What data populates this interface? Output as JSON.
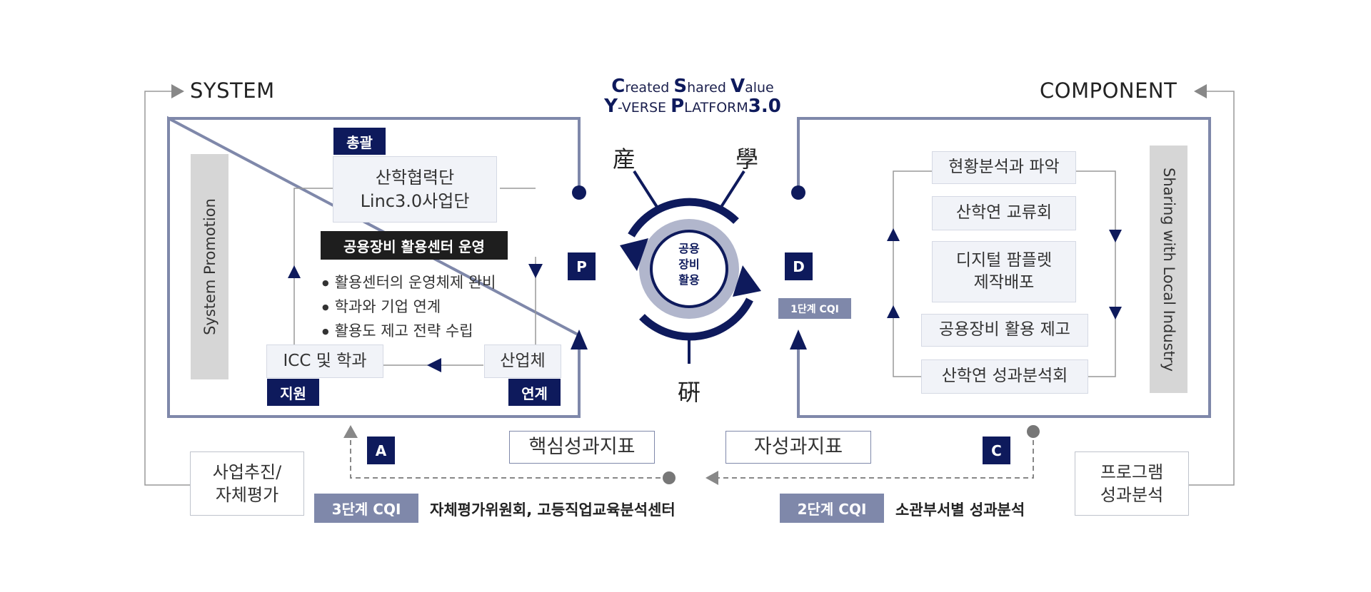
{
  "headings": {
    "system": "SYSTEM",
    "component": "COMPONENT"
  },
  "title": {
    "c": "C",
    "reated": "reated",
    "s": "S",
    "hared": "hared",
    "v": "V",
    "alue": "alue",
    "y": "Y",
    "verse": "-VERSE",
    "p": "P",
    "latform": "LATFORM",
    "num": "3.0"
  },
  "left_panel": {
    "side_label": "System Promotion",
    "top_badge": "총괄",
    "top_box": [
      "산학협력단",
      "Linc3.0사업단"
    ],
    "center_title": "공용장비 활용센터 운영",
    "bullets": [
      "활용센터의 운영체제 완비",
      "학과와 기업 연계",
      "활용도 제고 전략 수립"
    ],
    "left_box": "ICC 및 학과",
    "left_badge": "지원",
    "right_box": "산업체",
    "right_badge": "연계"
  },
  "center": {
    "hanja_left": "産",
    "hanja_right": "學",
    "hanja_bottom": "硏",
    "core": [
      "공용",
      "장비",
      "활용"
    ],
    "p_badge": "P",
    "d_badge": "D",
    "cqi1": "1단계 CQI"
  },
  "right_panel": {
    "side_label": "Sharing with Local Industry",
    "items": [
      "현황분석과 파악",
      "산학연 교류회",
      "디지털 팜플렛",
      "제작배포",
      "공용장비 활용 제고",
      "산학연 성과분석회"
    ]
  },
  "bottom": {
    "left_box": [
      "사업추진/",
      "자체평가"
    ],
    "right_box": [
      "프로그램",
      "성과분석"
    ],
    "a_badge": "A",
    "c_badge": "C",
    "kpi_core": "핵심성과지표",
    "kpi_self": "자성과지표",
    "cqi3": "3단계 CQI",
    "cqi3_text": "자체평가위원회, 고등직업교육분석센터",
    "cqi2": "2단계 CQI",
    "cqi2_text": "소관부서별 성과분석"
  },
  "colors": {
    "navy": "#0e1a5c",
    "slate": "#7f88aa",
    "frame": "#7f88aa",
    "gray_bar": "#d6d6d6"
  }
}
